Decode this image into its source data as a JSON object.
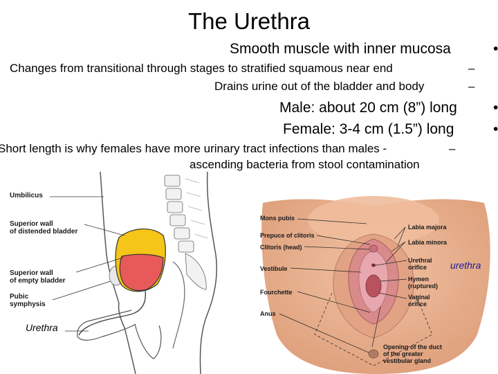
{
  "slide": {
    "title": "The Urethra",
    "bullets": [
      {
        "text": "Smooth muscle with inner mucosa",
        "marker": "•"
      },
      {
        "text": "Changes from transitional through stages to stratified squamous near end",
        "marker": "–"
      },
      {
        "text": "Drains urine out of the bladder and body",
        "marker": "–"
      },
      {
        "text": "Male: about 20 cm (8”) long",
        "marker": "•"
      },
      {
        "text": "Female: 3-4 cm (1.5”) long",
        "marker": "•"
      },
      {
        "text": "Short length is why females have more urinary tract infections than males -",
        "marker": "–"
      },
      {
        "text": "ascending bacteria from stool contamination",
        "marker": ""
      }
    ]
  },
  "left_figure": {
    "labels": {
      "umbilicus": "Umbilicus",
      "superior_wall_distended_1": "Superior wall",
      "superior_wall_distended_2": "of distended bladder",
      "superior_wall_empty_1": "Superior wall",
      "superior_wall_empty_2": "of empty bladder",
      "pubic_symphysis_1": "Pubic",
      "pubic_symphysis_2": "symphysis",
      "urethra": "Urethra"
    }
  },
  "right_figure": {
    "labels": {
      "mons_pubis": "Mons pubis",
      "prepuce_of_clitoris": "Prepuce of clitoris",
      "clitoris_head": "Clitoris (head)",
      "vestibule": "Vestibule",
      "fourchette": "Fourchette",
      "anus": "Anus",
      "labia_majora": "Labia majora",
      "labia_minora": "Labia minora",
      "urethral_orifice_1": "Urethral",
      "urethral_orifice_2": "orifice",
      "hymen_1": "Hymen",
      "hymen_2": "(ruptured)",
      "vaginal_orifice_1": "Vaginal",
      "vaginal_orifice_2": "orifice",
      "duct_opening_1": "Opening of the duct",
      "duct_opening_2": "of the greater",
      "duct_opening_3": "vestibular gland",
      "urethra_callout": "urethra"
    }
  },
  "colors": {
    "distended_bladder": "#f5c518",
    "empty_bladder": "#e85a5a",
    "skin": "#eab08e",
    "mucosa": "#d97b86",
    "urethra_callout": "#1a1aa0"
  }
}
